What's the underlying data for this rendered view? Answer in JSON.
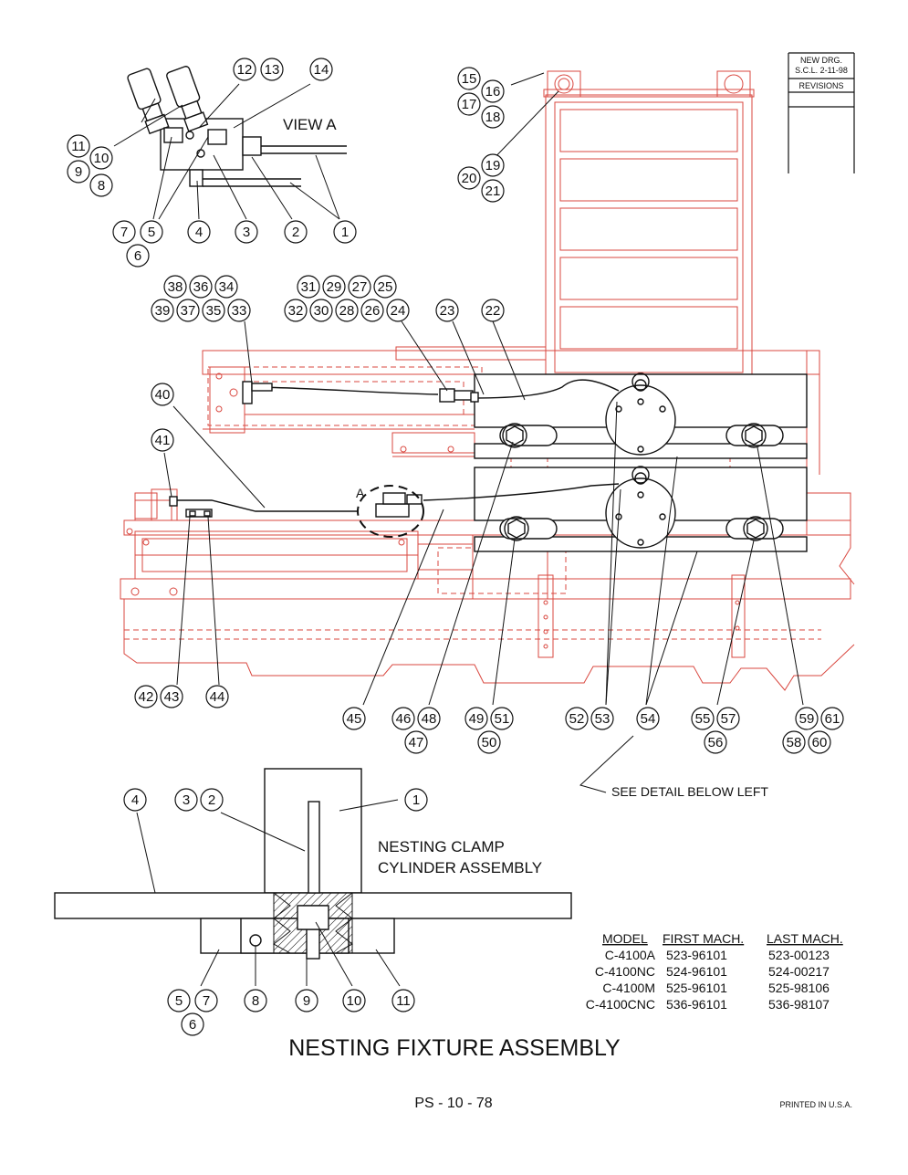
{
  "revision_box": {
    "line1": "NEW DRG.",
    "line2": "S.C.L.  2-11-98",
    "line3": "REVISIONS"
  },
  "labels": {
    "view_a": "VIEW A",
    "view_a_marker": "A",
    "see_detail": "SEE DETAIL BELOW LEFT",
    "detail_title_1": "NESTING CLAMP",
    "detail_title_2": "CYLINDER ASSEMBLY",
    "main_title": "NESTING FIXTURE ASSEMBLY",
    "page_number": "PS - 10 - 78",
    "printed": "PRINTED IN U.S.A."
  },
  "model_table": {
    "headers": [
      "MODEL",
      "FIRST MACH.",
      "LAST MACH."
    ],
    "rows": [
      [
        "C-4100A",
        "523-96101",
        "523-00123"
      ],
      [
        "C-4100NC",
        "524-96101",
        "524-00217"
      ],
      [
        "C-4100M",
        "525-96101",
        "525-98106"
      ],
      [
        "C-4100CNC",
        "536-96101",
        "536-98107"
      ]
    ]
  },
  "view_a_balloons": [
    "1",
    "2",
    "3",
    "4",
    "5",
    "6",
    "7",
    "8",
    "9",
    "10",
    "11",
    "12",
    "13",
    "14"
  ],
  "pump_balloons": [
    "15",
    "16",
    "17",
    "18",
    "19",
    "20",
    "21"
  ],
  "main_balloons": [
    "22",
    "23",
    "24",
    "25",
    "26",
    "27",
    "28",
    "29",
    "30",
    "31",
    "32",
    "33",
    "34",
    "35",
    "36",
    "37",
    "38",
    "39",
    "40",
    "41",
    "42",
    "43",
    "44",
    "45",
    "46",
    "47",
    "48",
    "49",
    "50",
    "51",
    "52",
    "53",
    "54",
    "55",
    "56",
    "57",
    "58",
    "59",
    "60",
    "61"
  ],
  "detail_balloons": [
    "1",
    "2",
    "3",
    "4",
    "5",
    "6",
    "7",
    "8",
    "9",
    "10",
    "11"
  ]
}
